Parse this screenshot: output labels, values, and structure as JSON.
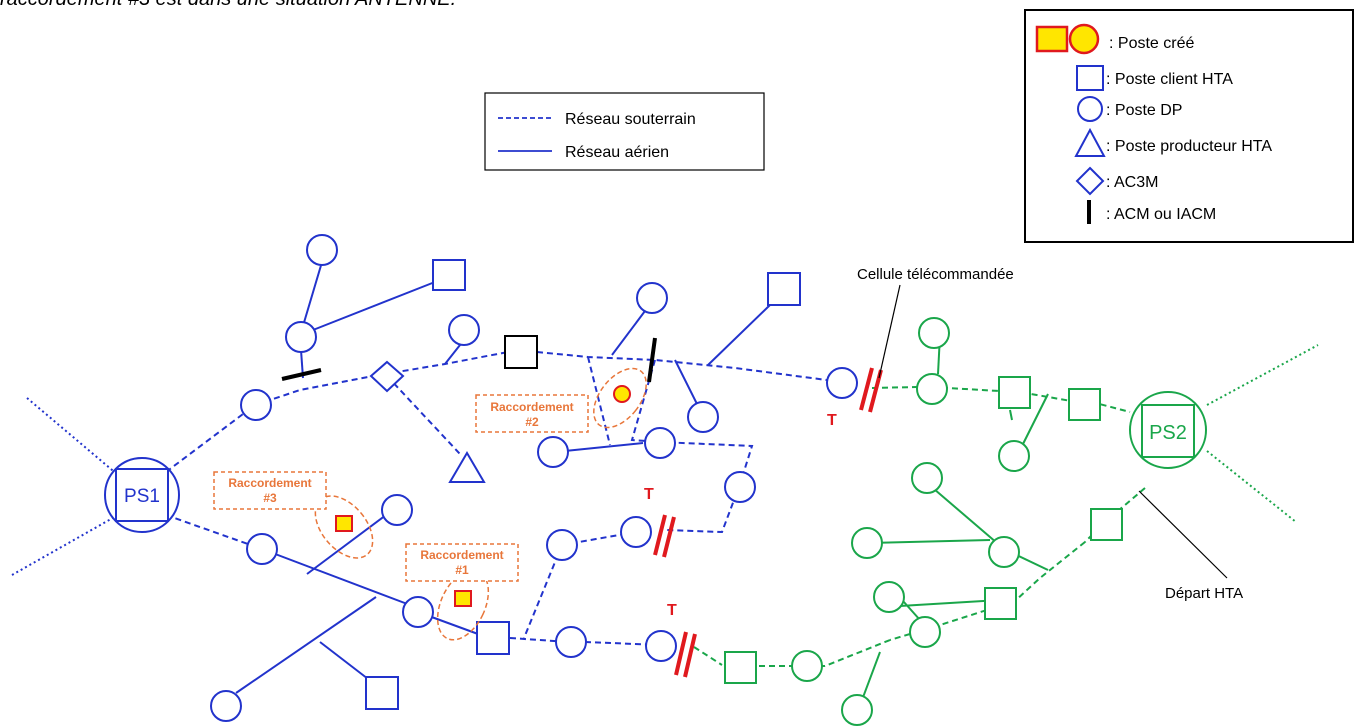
{
  "header": {
    "text": "raccordement #3 est dans une situation ANTENNE."
  },
  "colors": {
    "blue": "#2233cc",
    "green": "#1aa64a",
    "red": "#e0191e",
    "orange": "#e8763a",
    "yellow": "#ffe600",
    "black": "#000000"
  },
  "network_legend": {
    "items": [
      {
        "label": "Réseau souterrain",
        "style": "dashed"
      },
      {
        "label": "Réseau aérien",
        "style": "solid"
      }
    ]
  },
  "symbol_legend": {
    "items": [
      {
        "label": ": Poste créé",
        "symbol": "square-circle-created-icon"
      },
      {
        "label": ": Poste client HTA",
        "symbol": "square-icon"
      },
      {
        "label": ": Poste DP",
        "symbol": "circle-icon"
      },
      {
        "label": ": Poste producteur HTA",
        "symbol": "triangle-icon"
      },
      {
        "label": ": AC3M",
        "symbol": "diamond-icon"
      },
      {
        "label": ": ACM ou IACM",
        "symbol": "bar-icon"
      }
    ]
  },
  "stations": {
    "ps1": "PS1",
    "ps2": "PS2"
  },
  "connections": {
    "r1": {
      "line1": "Raccordement",
      "line2": "#1"
    },
    "r2": {
      "line1": "Raccordement",
      "line2": "#2"
    },
    "r3": {
      "line1": "Raccordement",
      "line2": "#3"
    }
  },
  "telecommand_marker": "T",
  "annotations": {
    "cell": "Cellule télécommandée",
    "depart": "Départ HTA"
  }
}
